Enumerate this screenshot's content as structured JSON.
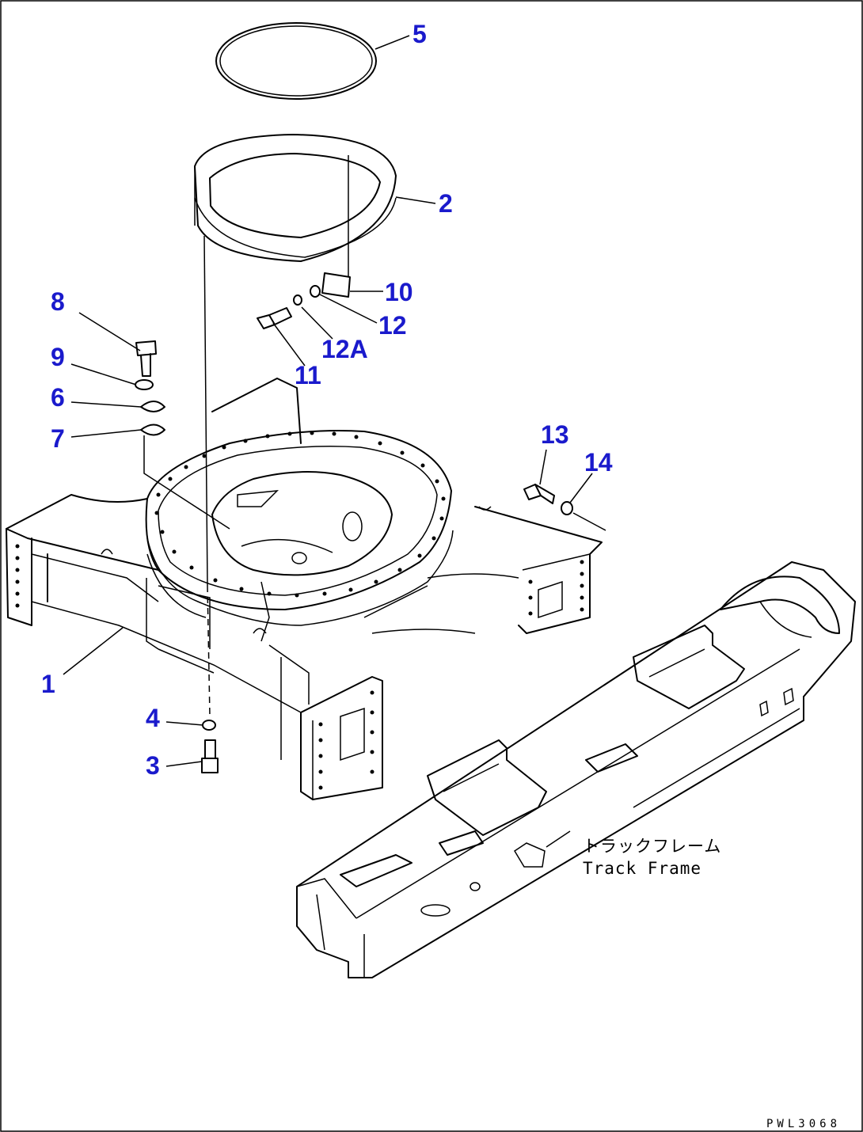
{
  "callouts": {
    "c1": "1",
    "c2": "2",
    "c3": "3",
    "c4": "4",
    "c5": "5",
    "c6": "6",
    "c7": "7",
    "c8": "8",
    "c9": "9",
    "c10": "10",
    "c11": "11",
    "c12": "12",
    "c12a": "12A",
    "c13": "13",
    "c14": "14"
  },
  "annotation": {
    "japanese": "トラックフレーム",
    "english": "Track Frame"
  },
  "drawing_code": "PWL3068",
  "colors": {
    "callout": "#1a1acc",
    "line": "#000000",
    "background": "#ffffff"
  }
}
